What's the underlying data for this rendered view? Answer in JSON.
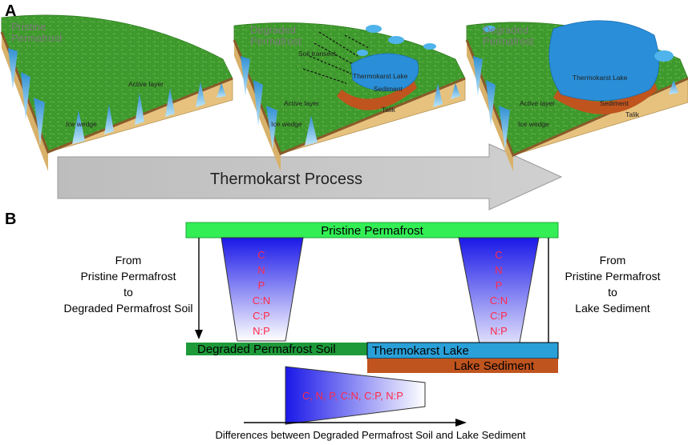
{
  "panel_a": {
    "letter": "A",
    "blocks": [
      {
        "title_line1": "Pristine",
        "title_line2": "Permafrost",
        "active_layer": "Active layer",
        "ice_wedge": "Ice wedge"
      },
      {
        "title_line1": "Degraded",
        "title_line2": "Permafrost",
        "soil_transect": "Soil transect",
        "lake": "Thermokarst Lake",
        "sediment": "Sediment",
        "talik": "Talik",
        "active_layer": "Active layer",
        "ice_wedge": "Ice wedge"
      },
      {
        "title_line1": "Degraded",
        "title_line2": "Permafrost",
        "lake": "Thermokarst Lake",
        "sediment": "Sediment",
        "talik": "Talik",
        "active_layer": "Active layer",
        "ice_wedge": "Ice wedge"
      }
    ],
    "process_label": "Thermokarst Process"
  },
  "panel_b": {
    "letter": "B",
    "top_bar": "Pristine Permafrost",
    "left_text": [
      "From",
      "Pristine Permafrost",
      "to",
      "Degraded Permafrost Soil"
    ],
    "right_text": [
      "From",
      "Pristine Permafrost",
      "to",
      "Lake Sediment"
    ],
    "metrics": [
      "C",
      "N",
      "P",
      "C:N",
      "C:P",
      "N:P"
    ],
    "degraded_bar": "Degraded Permafrost Soil",
    "lake_bar": "Thermokarst Lake",
    "sediment_bar": "Lake Sediment",
    "bottom_metrics": "C, N, P, C:N, C:P, N:P",
    "footer": "Differences between Degraded Permafrost Soil and Lake Sediment"
  },
  "colors": {
    "grass": "#3e9a2c",
    "soil": "#e6c27e",
    "ice": "#5ab8e6",
    "water": "#2a8fd8",
    "sediment": "#c0541e",
    "bar_green": "#33ee55",
    "bar_dark_green": "#1e9a3a",
    "bar_blue": "#2aa0d8",
    "bar_brown": "#c0541e",
    "metric_red": "#ff2a4a",
    "gradient_blue": "#1a18e8"
  }
}
